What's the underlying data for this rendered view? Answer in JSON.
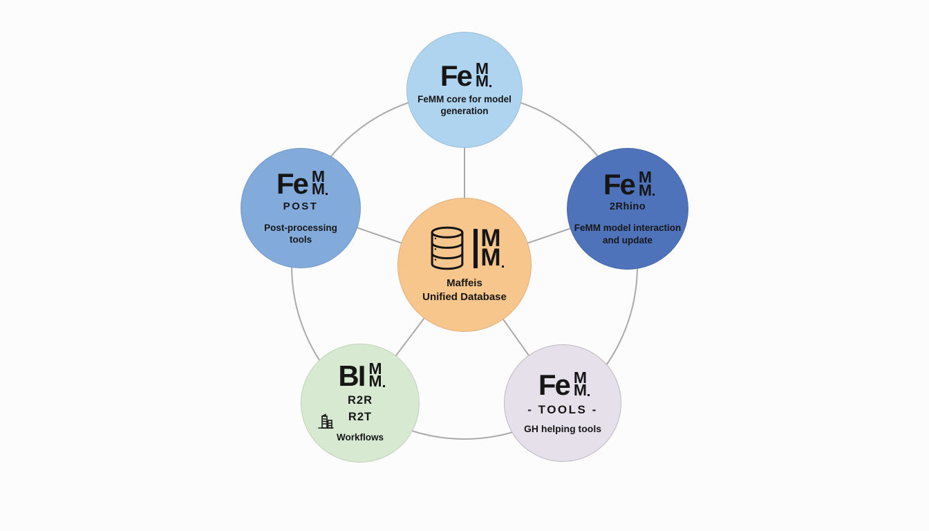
{
  "canvas": {
    "background": "#fcfcfc",
    "line_color": "#a9a9a9",
    "logo_color": "#141414",
    "text_color": "#161616"
  },
  "center": {
    "color": "#f7c68c",
    "icon": "database-icon",
    "monogram_top": "M",
    "monogram_bottom": "M",
    "title_line1": "Maffeis",
    "title_line2": "Unified Database"
  },
  "nodes": {
    "top": {
      "color": "#afd4f0",
      "logo_word": "Fe",
      "monogram_top": "M",
      "monogram_bottom": "M",
      "title_line1": "FeMM core for model",
      "title_line2": "generation"
    },
    "left": {
      "color": "#82abdc",
      "logo_word": "Fe",
      "monogram_top": "M",
      "monogram_bottom": "M",
      "subtitle": "POST",
      "title_line1": "Post-processing",
      "title_line2": "tools"
    },
    "right": {
      "color": "#4f73bb",
      "logo_word": "Fe",
      "monogram_top": "M",
      "monogram_bottom": "M",
      "subtitle": "2Rhino",
      "title_line1": "FeMM model interaction",
      "title_line2": "and update"
    },
    "bottom_left": {
      "color": "#d8e9d1",
      "logo_word": "BI",
      "monogram_top": "M",
      "monogram_bottom": "M",
      "icon": "building-icon",
      "line1": "R2R",
      "line2": "R2T",
      "title": "Workflows"
    },
    "bottom_right": {
      "color": "#e6e0ea",
      "logo_word": "Fe",
      "monogram_top": "M",
      "monogram_bottom": "M",
      "subtitle": "- TOOLS -",
      "title": "GH helping tools"
    }
  }
}
